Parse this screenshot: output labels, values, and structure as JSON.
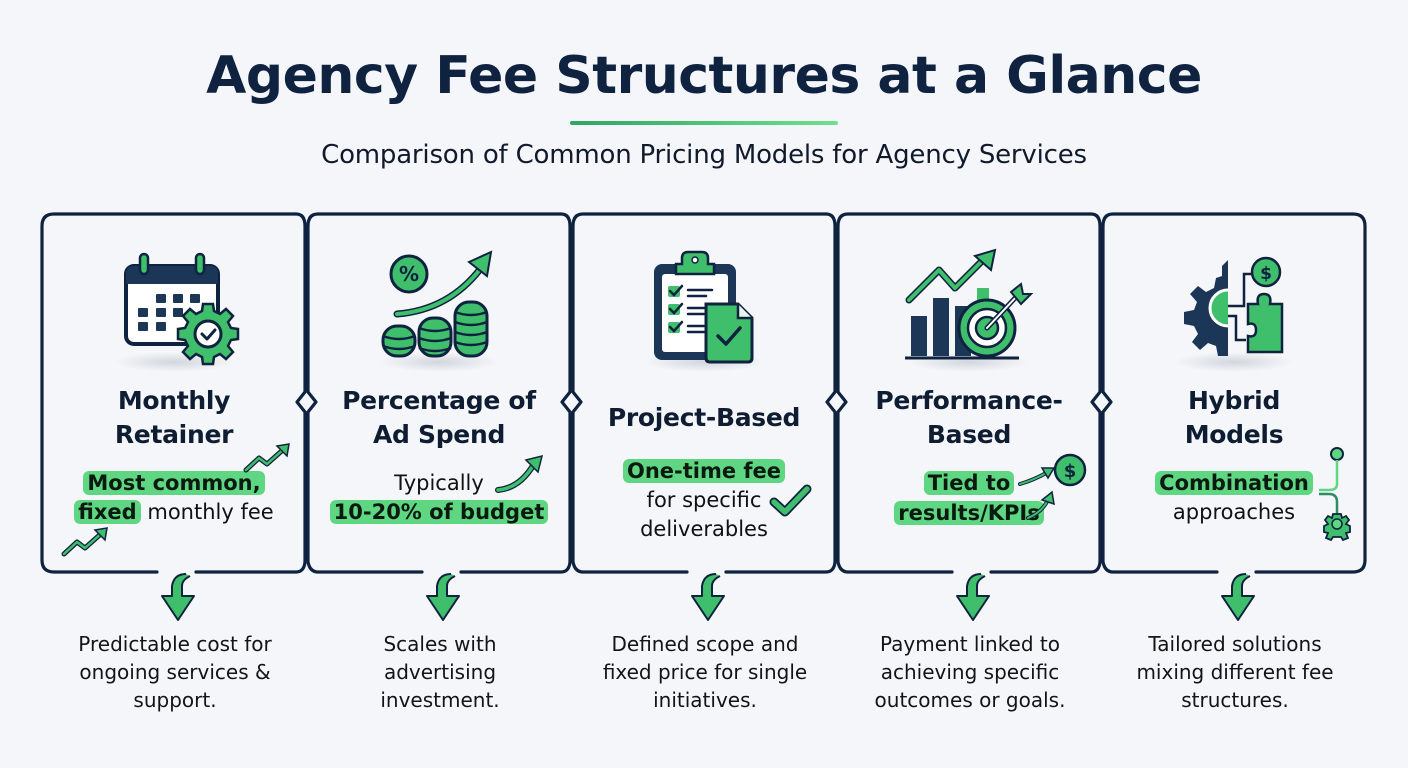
{
  "header": {
    "title": "Agency Fee Structures at a Glance",
    "subtitle": "Comparison of Common Pricing Models for Agency Services"
  },
  "colors": {
    "navy": "#0f2240",
    "green": "#3fbf6b",
    "green_light": "#5fd682",
    "background": "#f4f6f9"
  },
  "cards": [
    {
      "icon": "calendar-gear-icon",
      "name_line1": "Monthly",
      "name_line2": "Retainer",
      "desc_hl1": "Most common,",
      "desc_hl2": "fixed",
      "desc_rest": " monthly fee",
      "below": "Predictable cost for ongoing services & support."
    },
    {
      "icon": "percent-coins-icon",
      "name_line1": "Percentage of",
      "name_line2": "Ad Spend",
      "desc_plain": "Typically",
      "desc_hl": "10-20% of budget",
      "below": "Scales with advertising investment."
    },
    {
      "icon": "clipboard-checklist-icon",
      "name_line1": "Project-Based",
      "desc_hl": "One-time fee",
      "desc_line2": "for specific",
      "desc_line3": "deliverables",
      "below": "Defined scope and fixed price for single initiatives."
    },
    {
      "icon": "chart-target-icon",
      "name_line1": "Performance-",
      "name_line2": "Based",
      "desc_hl1": "Tied to",
      "desc_hl2": "results/KPIs",
      "below": "Payment linked to achieving specific outcomes or goals."
    },
    {
      "icon": "gear-puzzle-dollar-icon",
      "name_line1": "Hybrid",
      "name_line2": "Models",
      "desc_hl": "Combination",
      "desc_line2": "approaches",
      "below": "Tailored solutions mixing different fee structures."
    }
  ]
}
